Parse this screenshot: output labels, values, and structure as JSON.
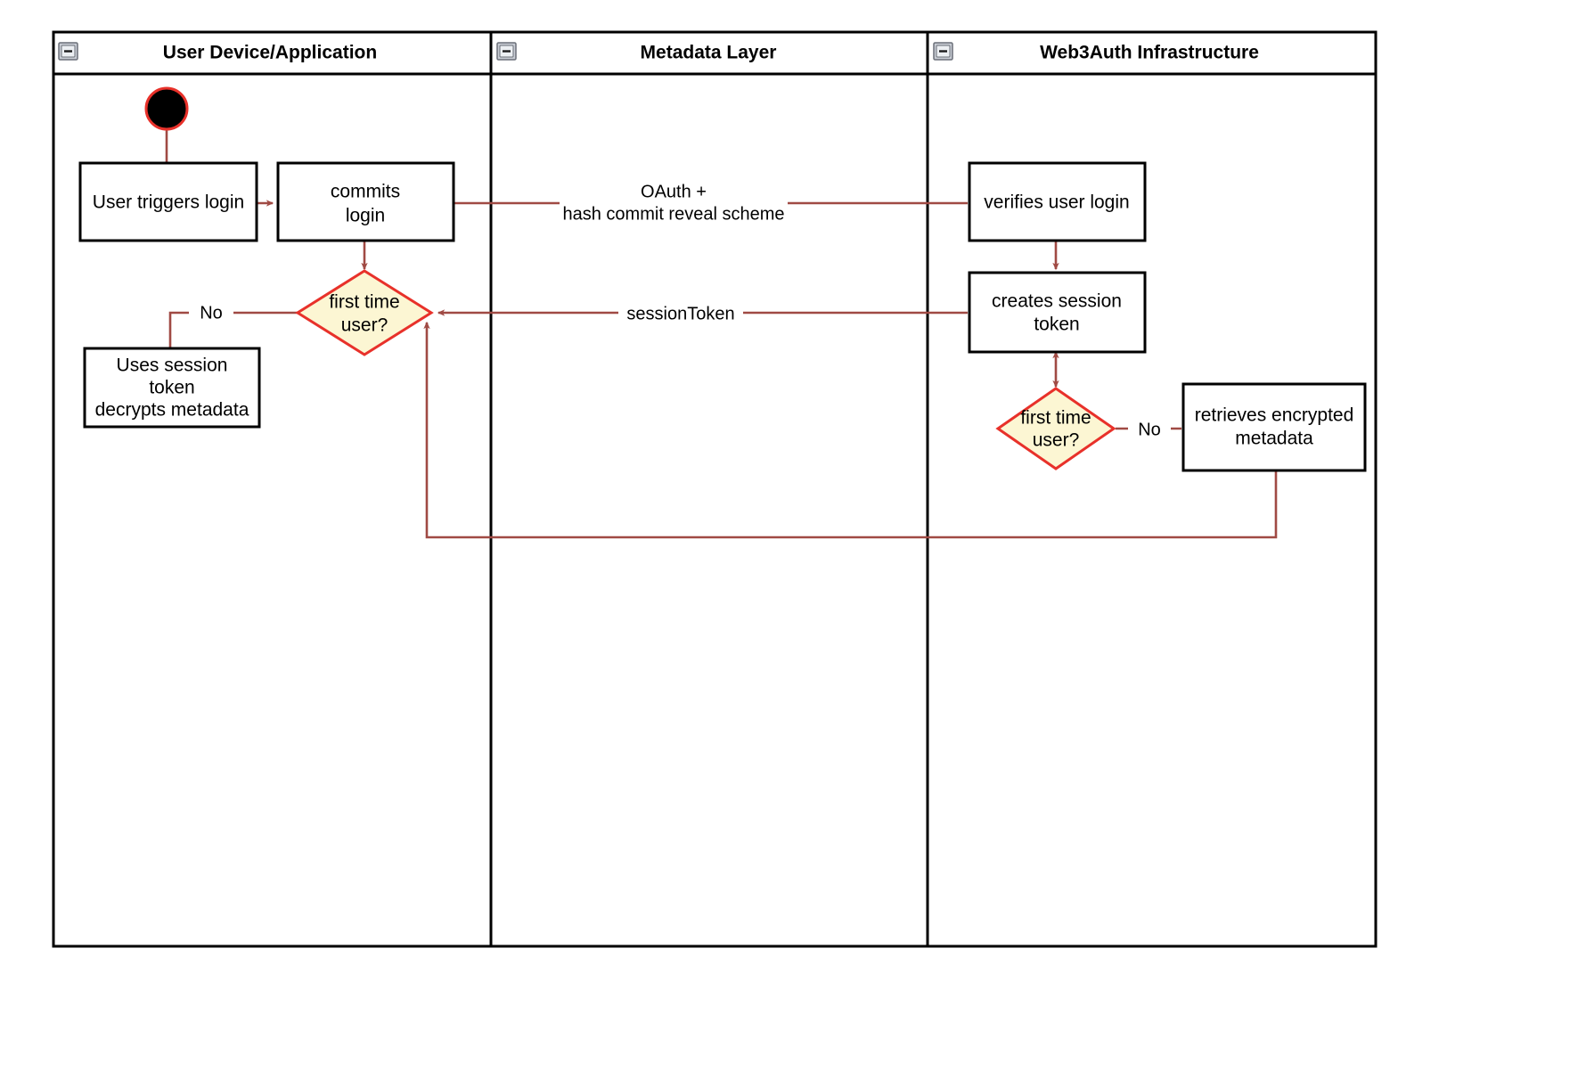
{
  "diagram": {
    "type": "uml-activity-swimlane",
    "title_visible": false,
    "background": "#ffffff",
    "colors": {
      "lane_border": "#000000",
      "node_border": "#000000",
      "node_fill": "#ffffff",
      "decision_fill": "#fcf6d3",
      "decision_border": "#e8312a",
      "edge": "#a04a44",
      "start_node_fill": "#000000",
      "start_node_border": "#e8312a",
      "collapse_icon_fill": "#c8ccd4"
    },
    "lanes": [
      {
        "id": "lane-user-device",
        "label": "User Device/Application",
        "collapse_icon": "minus-icon"
      },
      {
        "id": "lane-metadata",
        "label": "Metadata Layer",
        "collapse_icon": "minus-icon"
      },
      {
        "id": "lane-web3auth",
        "label": "Web3Auth Infrastructure",
        "collapse_icon": "minus-icon"
      }
    ],
    "nodes": [
      {
        "id": "start",
        "lane": "lane-user-device",
        "shape": "initial-node",
        "label": ""
      },
      {
        "id": "user-triggers-login",
        "lane": "lane-user-device",
        "shape": "action",
        "label": "User triggers login",
        "lines": [
          "User triggers login"
        ]
      },
      {
        "id": "commits-login",
        "lane": "lane-user-device",
        "shape": "action",
        "label": "commits login",
        "lines": [
          "commits",
          "login"
        ]
      },
      {
        "id": "first-time-user-client",
        "lane": "lane-user-device",
        "shape": "decision",
        "label": "first time user?",
        "lines": [
          "first time",
          "user?"
        ]
      },
      {
        "id": "uses-session-token",
        "lane": "lane-user-device",
        "shape": "action",
        "label": "Uses session token decrypts metadata",
        "lines": [
          "Uses session",
          "token",
          "decrypts metadata"
        ]
      },
      {
        "id": "verifies-user-login",
        "lane": "lane-web3auth",
        "shape": "action",
        "label": "verifies user login",
        "lines": [
          "verifies user login"
        ]
      },
      {
        "id": "creates-session-token",
        "lane": "lane-web3auth",
        "shape": "action",
        "label": "creates session token",
        "lines": [
          "creates session",
          "token"
        ]
      },
      {
        "id": "first-time-user-server",
        "lane": "lane-web3auth",
        "shape": "decision",
        "label": "first time user?",
        "lines": [
          "first time",
          "user?"
        ]
      },
      {
        "id": "retrieves-encrypted-metadata",
        "lane": "lane-web3auth",
        "shape": "action",
        "label": "retrieves encrypted metadata",
        "lines": [
          "retrieves encrypted",
          "metadata"
        ]
      }
    ],
    "edges": [
      {
        "id": "edge-start-to-trigger",
        "from": "start",
        "to": "user-triggers-login",
        "label": ""
      },
      {
        "id": "edge-trigger-to-commits",
        "from": "user-triggers-login",
        "to": "commits-login",
        "label": ""
      },
      {
        "id": "edge-commits-to-verifies",
        "from": "commits-login",
        "to": "verifies-user-login",
        "label": "OAuth + hash commit reveal scheme",
        "label_lines": [
          "OAuth +",
          "hash commit reveal scheme"
        ]
      },
      {
        "id": "edge-commits-to-decision",
        "from": "commits-login",
        "to": "first-time-user-client",
        "label": ""
      },
      {
        "id": "edge-verifies-to-creates",
        "from": "verifies-user-login",
        "to": "creates-session-token",
        "label": ""
      },
      {
        "id": "edge-creates-to-decision-client",
        "from": "creates-session-token",
        "to": "first-time-user-client",
        "label": "sessionToken",
        "label_lines": [
          "sessionToken"
        ]
      },
      {
        "id": "edge-decision-client-no",
        "from": "first-time-user-client",
        "to": "uses-session-token",
        "label": "No",
        "label_lines": [
          "No"
        ]
      },
      {
        "id": "edge-creates-to-decision-server",
        "from": "creates-session-token",
        "to": "first-time-user-server",
        "label": "",
        "bidirectional": true
      },
      {
        "id": "edge-decision-server-no",
        "from": "first-time-user-server",
        "to": "retrieves-encrypted-metadata",
        "label": "No",
        "label_lines": [
          "No"
        ]
      },
      {
        "id": "edge-retrieves-to-decision-client",
        "from": "retrieves-encrypted-metadata",
        "to": "first-time-user-client",
        "label": ""
      }
    ]
  }
}
